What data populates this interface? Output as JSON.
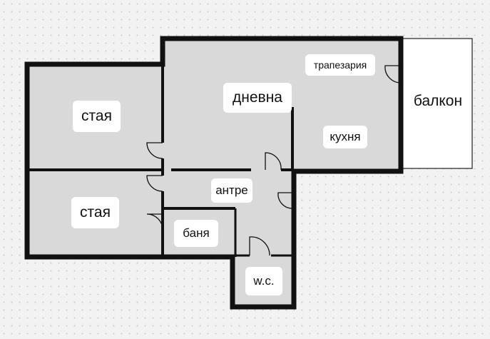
{
  "rooms": {
    "room_top": "стая",
    "room_bottom": "стая",
    "living": "дневна",
    "dining": "трапезария",
    "kitchen": "кухня",
    "balcony": "балкон",
    "hall": "антре",
    "bath": "баня",
    "wc": "w.c."
  },
  "colors": {
    "wall": "#111111",
    "floor": "#d9d9d9",
    "balcony_floor": "#ffffff",
    "label_bg": "#ffffff"
  }
}
